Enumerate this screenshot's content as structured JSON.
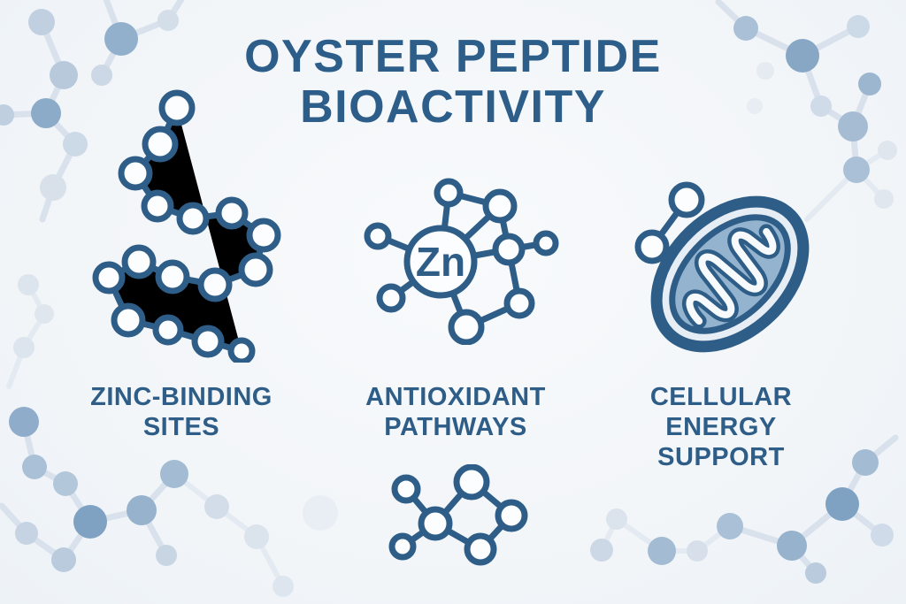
{
  "main": {
    "title": "OYSTER PEPTIDE\nBIOACTIVITY"
  },
  "sections": [
    {
      "label": "ZINC-BINDING\nSITES",
      "icon": "peptide-chain-icon"
    },
    {
      "label": "ANTIOXIDANT\nPATHWAYS",
      "icon": "zinc-complex-icon"
    },
    {
      "label": "CELLULAR\nENERGY\nSUPPORT",
      "icon": "mitochondrion-icon"
    }
  ],
  "zinc_symbol": "Zn",
  "footer_icon": "small-molecule-icon",
  "decoration": "background-molecule-networks",
  "colors": {
    "primary_ink": "#2e5d87",
    "title_text": "#2d5e8a",
    "bead_fill": "#fbfdfe",
    "mitochondria_matrix": "#93b3cf",
    "mitochondria_gap": "#e7edf4",
    "cristae_white": "#f7fafc",
    "decor_dark_node": "#87a7c5",
    "decor_mid_node": "#a9c0d6",
    "decor_light_node": "#d3dde9",
    "decor_edge": "#d9e2ec",
    "background": "#f3f6f9"
  }
}
